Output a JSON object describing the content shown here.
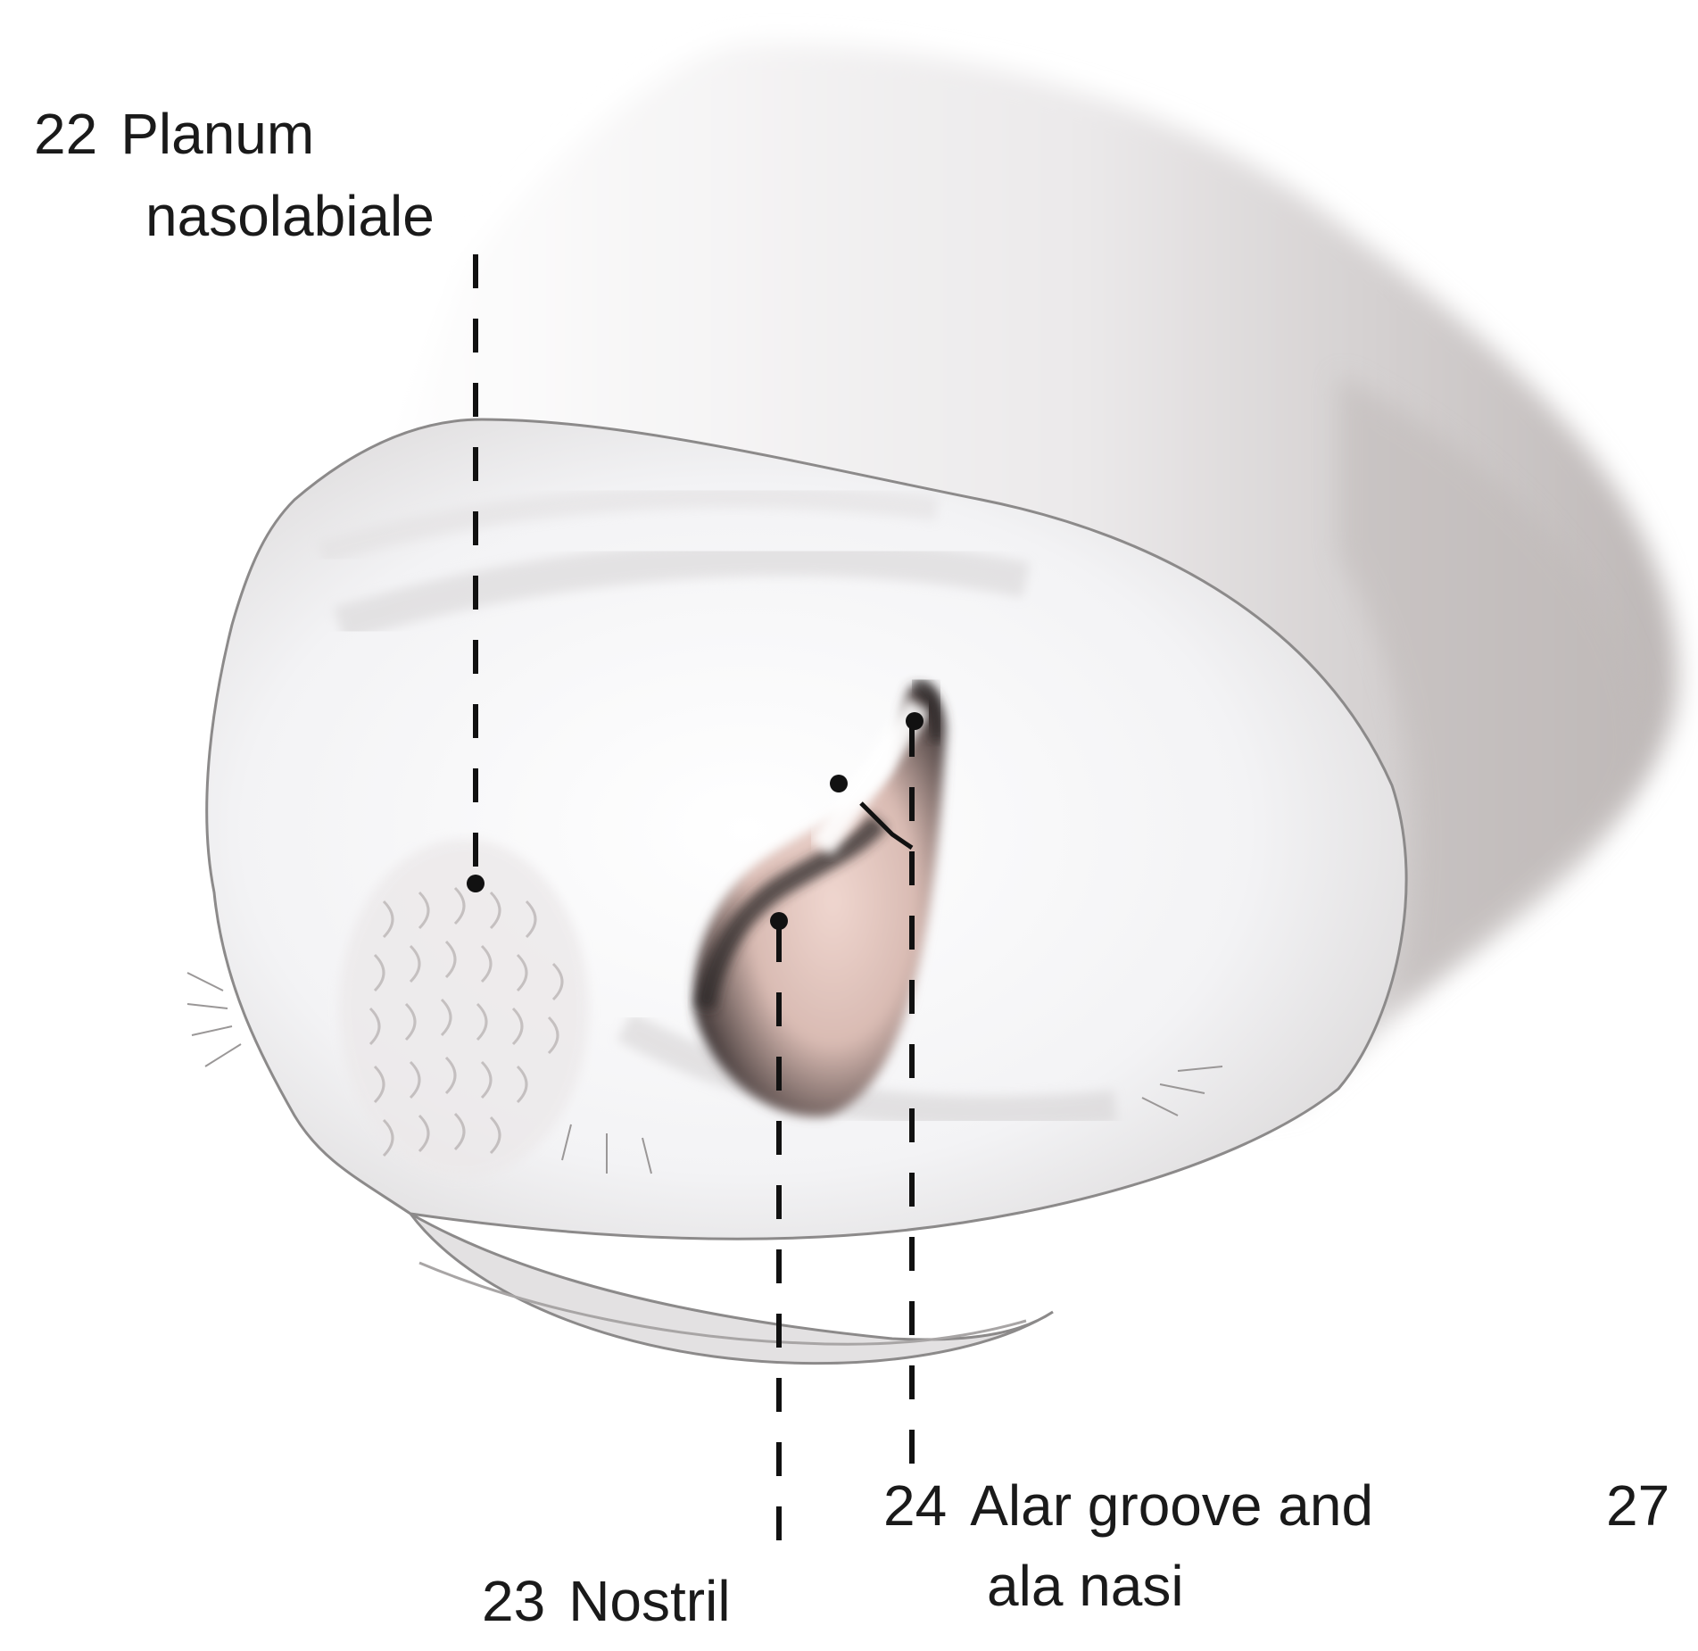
{
  "labels": {
    "l22": {
      "number": "22",
      "line1": "Planum",
      "line2": "nasolabiale"
    },
    "l23": {
      "number": "23",
      "line1": "Nostril"
    },
    "l24": {
      "number": "24",
      "line1": "Alar groove and",
      "line2": "ala nasi"
    },
    "l27": {
      "number": "27"
    }
  },
  "colors": {
    "fur_light": "#f4f4f6",
    "fur_shadow": "#c9c6c6",
    "nostril_dark": "#3a3232",
    "nostril_pink": "#e9cdc5",
    "outline": "#8c8a8a",
    "leader_line": "#111111"
  }
}
